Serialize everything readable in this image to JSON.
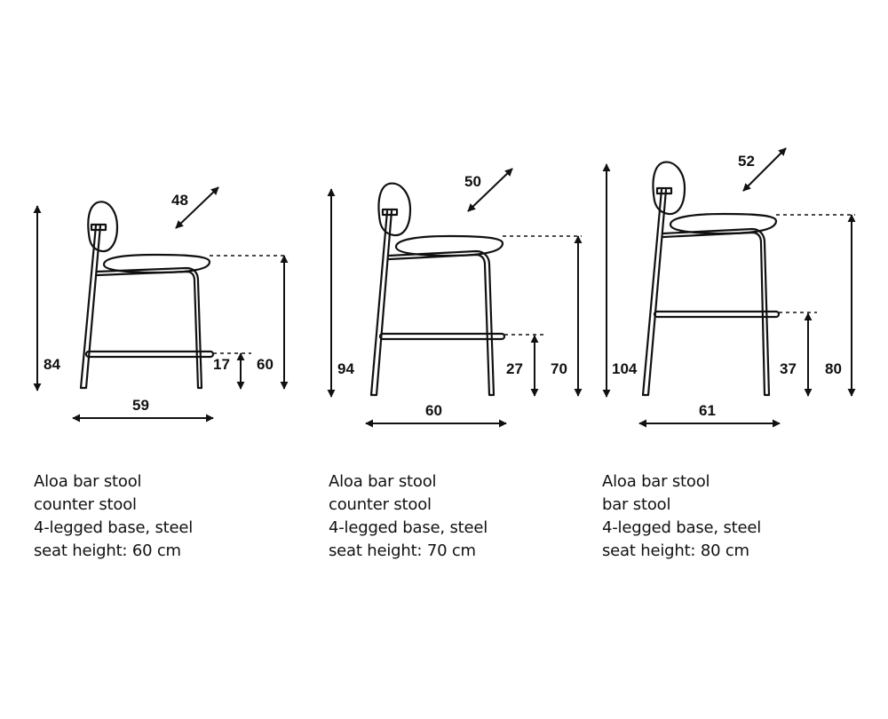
{
  "colors": {
    "line": "#111111",
    "background": "#ffffff"
  },
  "stools": [
    {
      "dims": {
        "depth": "48",
        "height": "84",
        "footrest": "17",
        "seat_height": "60",
        "width": "59"
      },
      "caption": [
        "Aloa bar stool",
        "counter stool",
        "4-legged base, steel",
        "seat height: 60 cm"
      ]
    },
    {
      "dims": {
        "depth": "50",
        "height": "94",
        "footrest": "27",
        "seat_height": "70",
        "width": "60"
      },
      "caption": [
        "Aloa bar stool",
        "counter stool",
        "4-legged base, steel",
        "seat height: 70 cm"
      ]
    },
    {
      "dims": {
        "depth": "52",
        "height": "104",
        "footrest": "37",
        "seat_height": "80",
        "width": "61"
      },
      "caption": [
        "Aloa bar stool",
        "bar stool",
        "4-legged base, steel",
        "seat height: 80 cm"
      ]
    }
  ]
}
